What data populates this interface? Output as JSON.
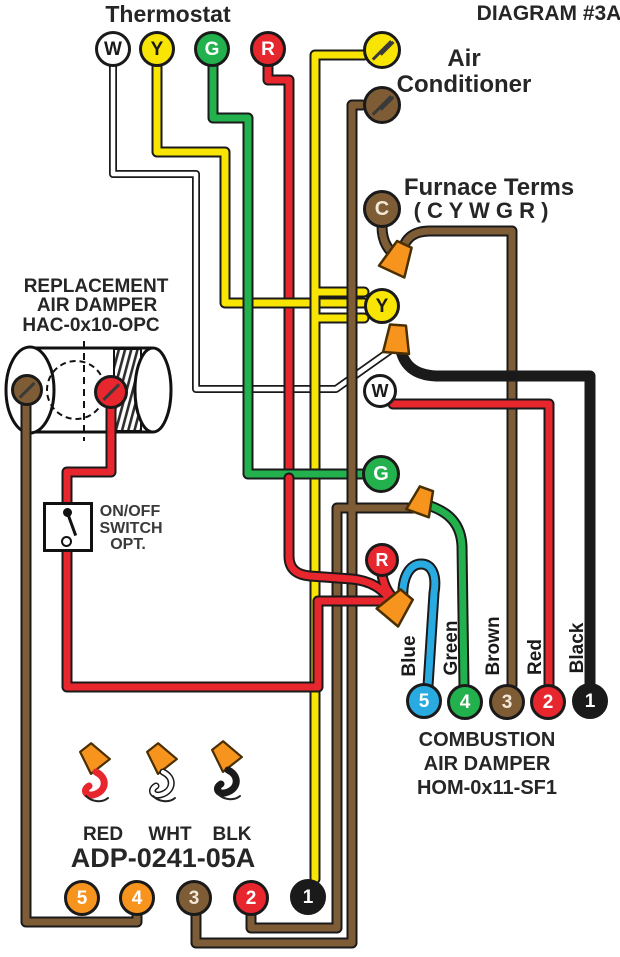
{
  "diagram": {
    "id_label": "DIAGRAM #3A"
  },
  "thermostat": {
    "title": "Thermostat",
    "terminals": [
      {
        "label": "W",
        "color": "#FFFFFF"
      },
      {
        "label": "Y",
        "color": "#F9E503"
      },
      {
        "label": "G",
        "color": "#23B14D"
      },
      {
        "label": "R",
        "color": "#E8262E"
      }
    ]
  },
  "air_conditioner": {
    "line1": "Air",
    "line2": "Conditioner"
  },
  "furnace": {
    "title": "Furnace Terms",
    "subtitle": "( C Y W G R )",
    "terminals": [
      {
        "label": "C",
        "color": "#7D5C36"
      },
      {
        "label": "Y",
        "color": "#F9E503"
      },
      {
        "label": "W",
        "color": "#FFFFFF"
      },
      {
        "label": "G",
        "color": "#23B14D"
      },
      {
        "label": "R",
        "color": "#E8262E"
      }
    ]
  },
  "replacement_damper": {
    "line1": "REPLACEMENT",
    "line2": "AIR DAMPER",
    "line3": "HAC-0x10-OPC"
  },
  "on_off_switch": {
    "line1": "ON/OFF",
    "line2": "SWITCH",
    "line3": "OPT."
  },
  "combustion_damper": {
    "line1": "COMBUSTION",
    "line2": "AIR DAMPER",
    "line3": "HOM-0x11-SF1",
    "terminals": [
      {
        "num": "5",
        "wire_label": "Blue",
        "color": "#29ABE2"
      },
      {
        "num": "4",
        "wire_label": "Green",
        "color": "#23B14D"
      },
      {
        "num": "3",
        "wire_label": "Brown",
        "color": "#7D5C36"
      },
      {
        "num": "2",
        "wire_label": "Red",
        "color": "#E8262E"
      },
      {
        "num": "1",
        "wire_label": "Black",
        "color": "#1A1A1A"
      }
    ]
  },
  "adp_damper": {
    "model": "ADP-0241-05A",
    "pigtails": [
      {
        "label": "RED"
      },
      {
        "label": "WHT"
      },
      {
        "label": "BLK"
      }
    ],
    "terminals": [
      {
        "num": "5",
        "color": "#F7941E"
      },
      {
        "num": "4",
        "color": "#F7941E"
      },
      {
        "num": "3",
        "color": "#7D5C36"
      },
      {
        "num": "2",
        "color": "#E8262E"
      },
      {
        "num": "1",
        "color": "#1A1A1A"
      }
    ]
  },
  "colors": {
    "yellow": "#F9E503",
    "green": "#23B14D",
    "red": "#E8262E",
    "brown": "#7D5C36",
    "black": "#1A1A1A",
    "blue": "#29ABE2",
    "white_wire": "#FFFFFF",
    "wire_nut_orange": "#F7941E"
  }
}
